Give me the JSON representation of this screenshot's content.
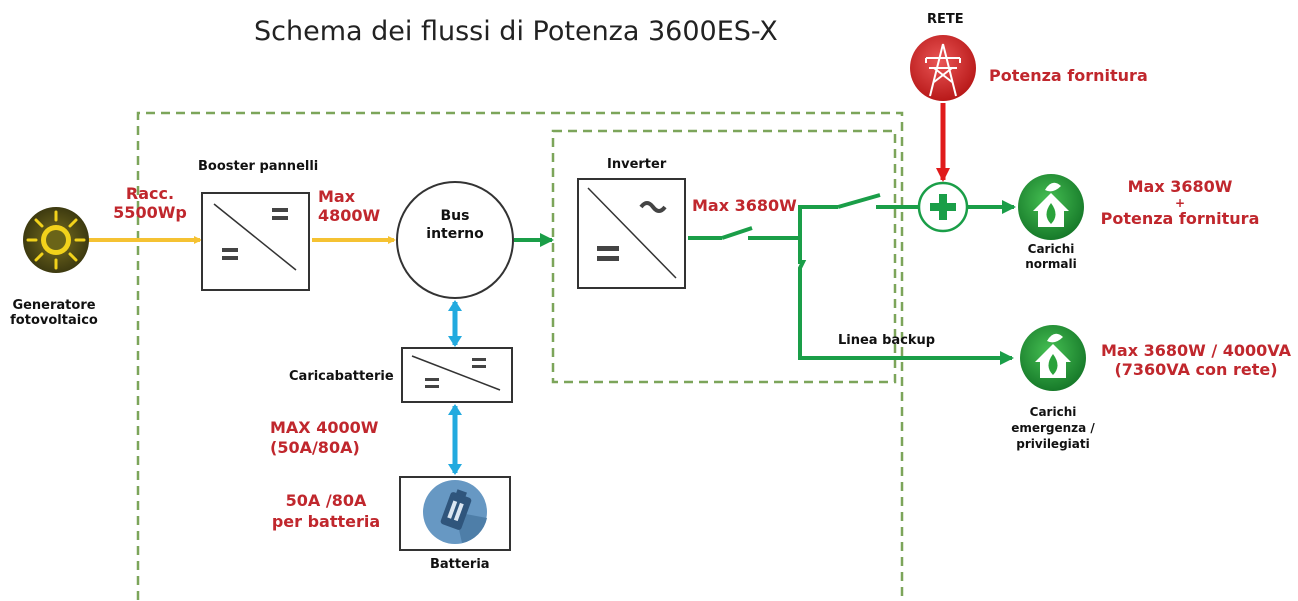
{
  "title": "Schema dei flussi di Potenza  3600ES-X",
  "grid": {
    "label": "RETE",
    "supply_label": "Potenza fornitura"
  },
  "pv": {
    "label_line1": "Generatore",
    "label_line2": "fotovoltaico",
    "rating_line1": "Racc.",
    "rating_line2": "5500Wp"
  },
  "booster": {
    "label": "Booster pannelli",
    "max_line1": "Max",
    "max_line2": "4800W"
  },
  "bus": {
    "line1": "Bus",
    "line2": "interno"
  },
  "inverter": {
    "label": "Inverter",
    "max_label": "Max 3680W"
  },
  "charger": {
    "label": "Caricabatterie",
    "max_line1": "MAX 4000W",
    "max_line2": "(50A/80A)"
  },
  "battery": {
    "label": "Batteria",
    "current_line1": "50A /80A",
    "current_line2": "per batteria"
  },
  "backup_line": {
    "label": "Linea backup"
  },
  "normal_loads": {
    "label_line1": "Carichi",
    "label_line2": "normali",
    "max_line1": "Max 3680W",
    "max_line2": "+",
    "max_line3": "Potenza fornitura"
  },
  "emergency_loads": {
    "label_line1": "Carichi",
    "label_line2": "emergenza /",
    "label_line3": "privilegiati",
    "max_line1": "Max 3680W / 4000VA",
    "max_line2": "(7360VA con rete)"
  },
  "colors": {
    "pv_flow": "#f5c232",
    "ac_flow": "#1a9e48",
    "battery_flow": "#22aadf",
    "grid_flow": "#e01b1b",
    "boundary": "#7ca55a",
    "value_text": "#c0272d"
  },
  "icons": {
    "pv": "sun-icon",
    "grid": "power-tower-icon",
    "loads": "leaf-house-icon",
    "battery": "battery-icon",
    "sum": "plus-icon"
  }
}
